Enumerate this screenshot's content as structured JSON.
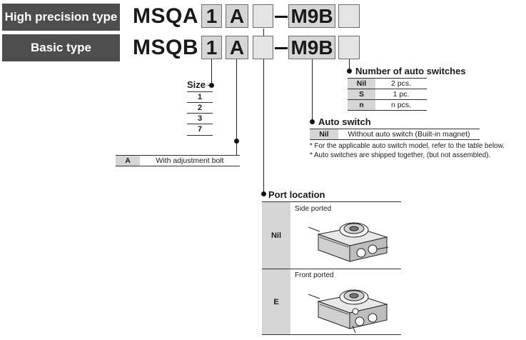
{
  "types": [
    {
      "label": "High precision type",
      "model": "MSQA",
      "size": "1",
      "adj": "A",
      "switch": "M9B"
    },
    {
      "label": "Basic type",
      "model": "MSQB",
      "size": "1",
      "adj": "A",
      "switch": "M9B"
    }
  ],
  "number_of_switches": {
    "title": "Number of auto switches",
    "rows": [
      {
        "key": "Nil",
        "value": "2 pcs."
      },
      {
        "key": "S",
        "value": "1 pc."
      },
      {
        "key": "n",
        "value": "n pcs."
      }
    ]
  },
  "auto_switch": {
    "title": "Auto switch",
    "rows": [
      {
        "key": "Nil",
        "value": "Without auto switch (Built-in magnet)"
      }
    ],
    "notes": [
      "* For the applicable auto switch model, refer to the table below.",
      "* Auto switches are shipped together, (but not assembled)."
    ]
  },
  "size": {
    "title": "Size",
    "items": [
      "1",
      "2",
      "3",
      "7"
    ]
  },
  "adjustment": {
    "rows": [
      {
        "key": "A",
        "value": "With adjustment bolt"
      }
    ]
  },
  "port_location": {
    "title": "Port location",
    "rows": [
      {
        "key": "Nil",
        "label": "Side ported"
      },
      {
        "key": "E",
        "label": "Front ported"
      }
    ]
  }
}
